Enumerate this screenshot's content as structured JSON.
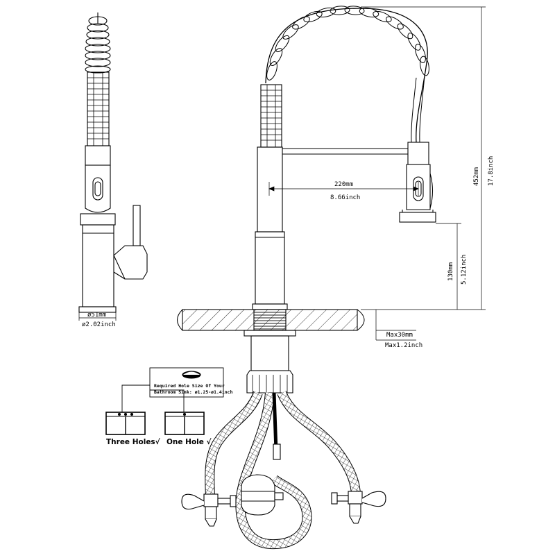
{
  "dimensions": {
    "reach_mm": "220mm",
    "reach_in": "8.66inch",
    "height_mm": "452mm",
    "height_in": "17.8inch",
    "spout_height_mm": "130mm",
    "spout_height_in": "5.12inch",
    "base_diameter_mm": "ø51mm",
    "base_diameter_in": "ø2.02inch",
    "deck_max_mm": "Max30mm",
    "deck_max_in": "Max1.2inch"
  },
  "hole_note": {
    "line1": "Required Hole Size Of Your",
    "line2": "Bathroom Sink: ø1.25-ø1.4inch"
  },
  "options": {
    "three_holes": "Three Holes√",
    "one_hole": "One Hole √"
  }
}
